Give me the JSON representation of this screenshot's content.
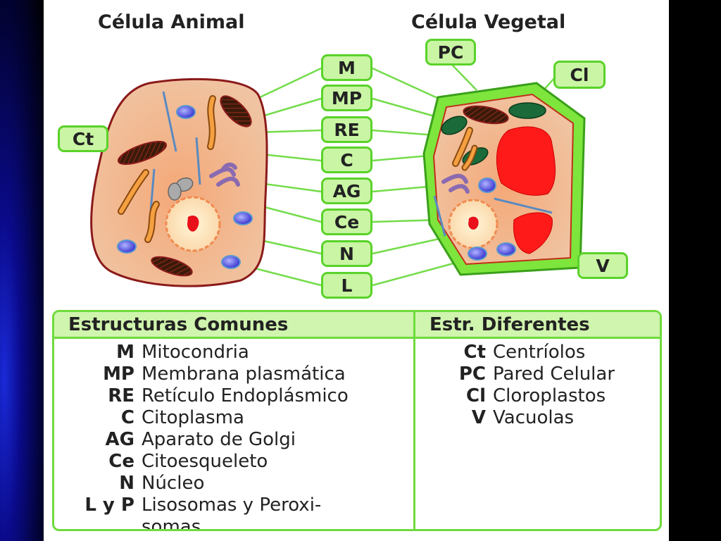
{
  "titles": {
    "animal": "Célula Animal",
    "vegetal": "Célula Vegetal"
  },
  "center_labels": [
    "M",
    "MP",
    "RE",
    "C",
    "AG",
    "Ce",
    "N",
    "L"
  ],
  "side_labels": {
    "ct": "Ct",
    "pc": "PC",
    "cl": "Cl",
    "v": "V"
  },
  "legend": {
    "common_header": "Estructuras Comunes",
    "different_header": "Estr. Diferentes",
    "common": [
      {
        "code": "M",
        "name": "Mitocondria"
      },
      {
        "code": "MP",
        "name": "Membrana plasmática"
      },
      {
        "code": "RE",
        "name": "Retículo Endoplásmico"
      },
      {
        "code": "C",
        "name": "Citoplasma"
      },
      {
        "code": "AG",
        "name": "Aparato de Golgi"
      },
      {
        "code": "Ce",
        "name": "Citoesqueleto"
      },
      {
        "code": "N",
        "name": "Núcleo"
      },
      {
        "code": "L y P",
        "name": "Lisosomas y Peroxi-\nsomas"
      }
    ],
    "different": [
      {
        "code": "Ct",
        "name": "Centríolos"
      },
      {
        "code": "PC",
        "name": "Pared Celular"
      },
      {
        "code": "Cl",
        "name": "Cloroplastos"
      },
      {
        "code": "V",
        "name": "Vacuolas"
      }
    ]
  },
  "colors": {
    "label_fill": "#c9f5a4",
    "label_border": "#5ad22a",
    "animal_membrane": "#8b1a1a",
    "plant_wall": "#7de53c",
    "vacuole": "#ff1a1a"
  }
}
